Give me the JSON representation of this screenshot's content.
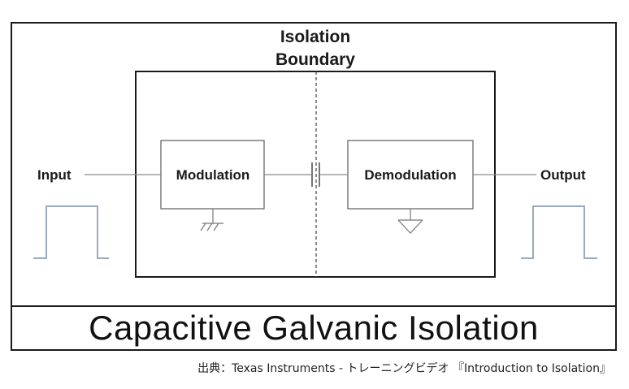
{
  "diagram": {
    "boundary_label_line1": "Isolation",
    "boundary_label_line2": "Boundary",
    "input_label": "Input",
    "output_label": "Output",
    "modulation_label": "Modulation",
    "demodulation_label": "Demodulation",
    "title": "Capacitive Galvanic Isolation",
    "source_caption": "出典：Texas Instruments - トレーニングビデオ 『Introduction to Isolation』"
  },
  "colors": {
    "outline": "#1a1a1a",
    "signal_line": "#8a8a8a",
    "pulse": "#9aa9bd",
    "ground": "#777777"
  }
}
